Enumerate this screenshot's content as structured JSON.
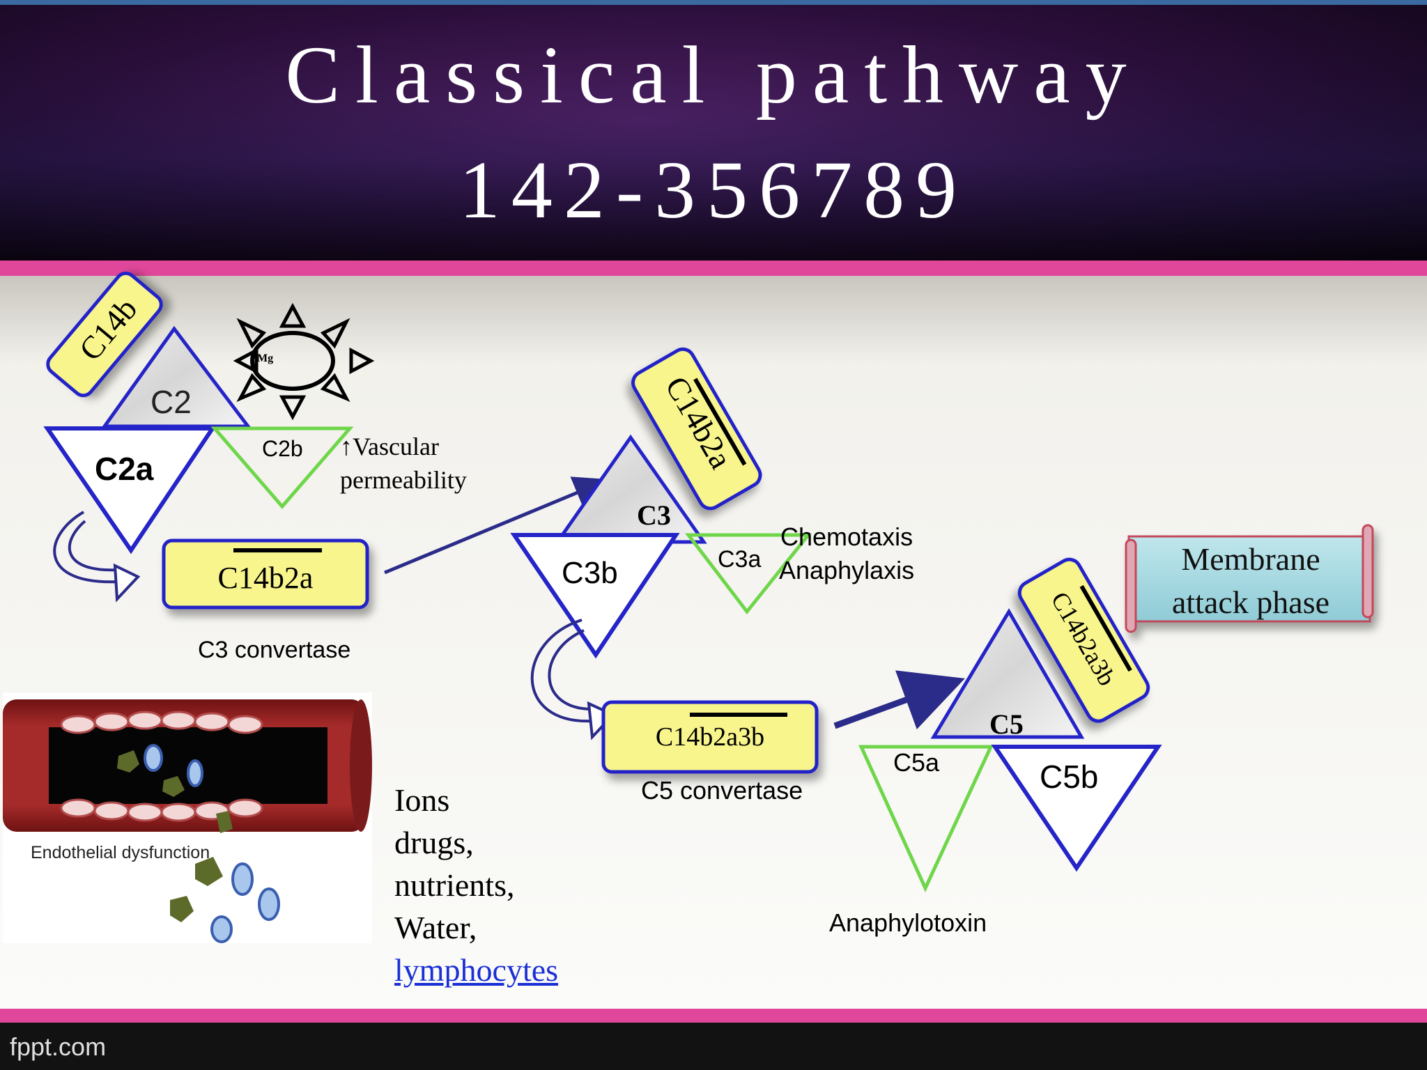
{
  "title": {
    "line1": "Classical pathway",
    "line2": "142-356789"
  },
  "footer": {
    "brand": "fppt.com"
  },
  "step1": {
    "c14b_label": "C14b",
    "mg_label": "Mg",
    "c2_label": "C2",
    "c2a_label": "C2a",
    "c2b_label": "C2b",
    "c2b_effect": [
      "↑Vascular",
      "permeability"
    ],
    "enzyme_label": "C14b2a",
    "enzyme_name": "C3 convertase"
  },
  "step2": {
    "enzyme_tag": "C14b2a",
    "c3_label": "C3",
    "c3b_label": "C3b",
    "c3a_label": "C3a",
    "c3a_effects": [
      "Chemotaxis",
      "Anaphylaxis"
    ],
    "enzyme_label": "C14b2a3b",
    "enzyme_name": "C5 convertase"
  },
  "step3": {
    "enzyme_tag": "C14b2a3b",
    "c5_label": "C5",
    "c5a_label": "C5a",
    "c5b_label": "C5b",
    "c5a_name": "Anaphylotoxin",
    "banner": [
      "Membrane",
      "attack phase"
    ]
  },
  "vessel": {
    "caption": "Endothelial dysfunction",
    "passes": [
      "Ions",
      "drugs,",
      "nutrients,",
      "Water,"
    ],
    "link": "lymphocytes"
  },
  "colors": {
    "header_bg": "#2a0d3a",
    "pink_band": "#e0479a",
    "content_bg": "#f3f2ee",
    "tag_fill": "#f8f58c",
    "blue_stroke": "#2424c8",
    "green_stroke": "#6fd64a",
    "banner_fill": "#a8dbe4",
    "vessel_red": "#8c1d1d"
  }
}
